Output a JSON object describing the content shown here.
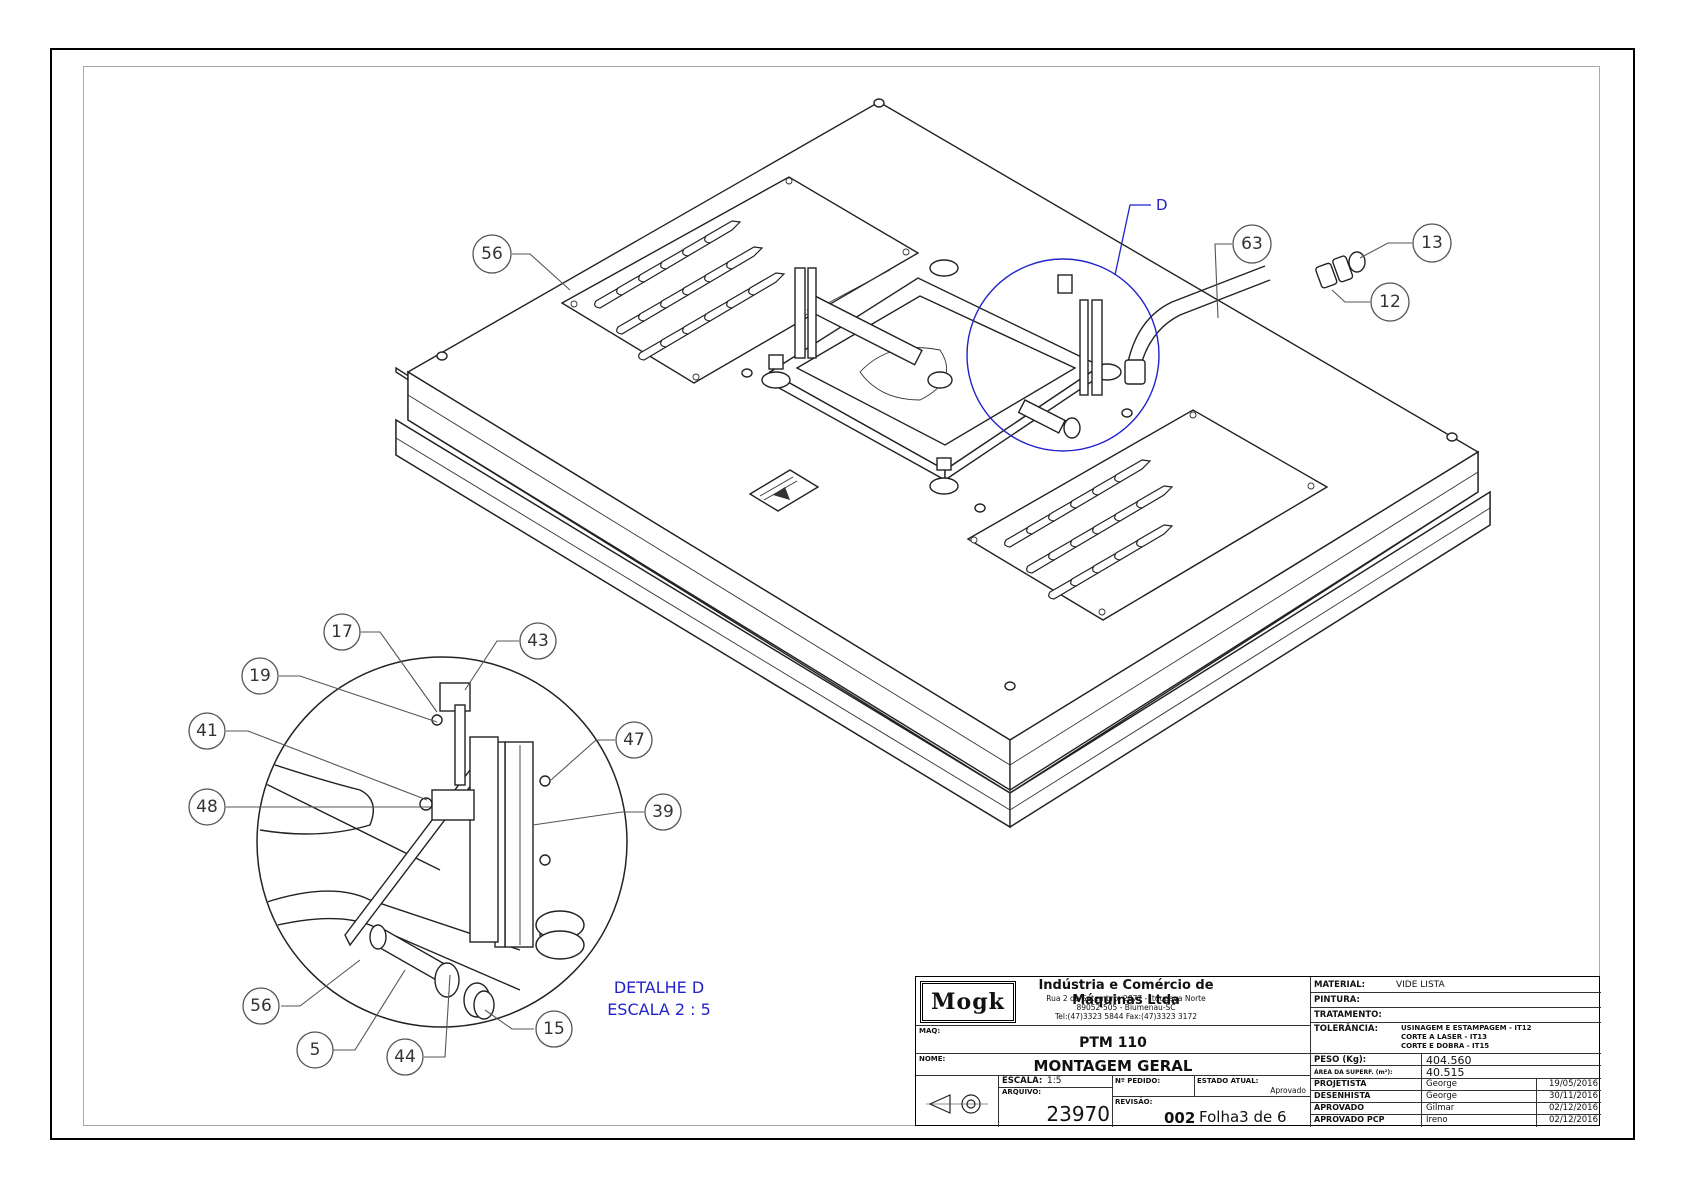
{
  "drawing": {
    "detail_ref": "D",
    "detail_title": "DETALHE D",
    "detail_scale": "ESCALA 2 : 5",
    "balloons_main": [
      "56",
      "63",
      "13",
      "12"
    ],
    "balloons_detail": [
      "17",
      "43",
      "19",
      "41",
      "47",
      "48",
      "39",
      "56",
      "5",
      "44",
      "15"
    ]
  },
  "title_block": {
    "logo_text": "Mogk",
    "company": "Indústria e Comércio de Máquinas Ltda",
    "address_line1": "Rua 2 de Setembro, 2877 - Itoupava Norte",
    "address_line2": "89052-505 - Blumenau-SC",
    "address_line3": "Tel:(47)3323 5844  Fax:(47)3323 3172",
    "maq_label": "MAQ:",
    "maq_value": "PTM 110",
    "nome_label": "NOME:",
    "nome_value": "MONTAGEM GERAL",
    "escala_label": "ESCALA:",
    "escala_value": "1:5",
    "pedido_label": "Nº PEDIDO:",
    "estado_label": "ESTADO ATUAL:",
    "estado_value": "Aprovado",
    "arquivo_label": "ARQUIVO:",
    "arquivo_value": "23970",
    "revisao_label": "REVISÃO:",
    "revisao_value": "002",
    "folha_value": "Folha3 de 6",
    "material_label": "MATERIAL:",
    "material_value": "VIDE LISTA",
    "pintura_label": "PINTURA:",
    "tratamento_label": "TRATAMENTO:",
    "tolerancia_label": "TOLERÂNCIA:",
    "tolerancia_lines": [
      "USINAGEM E ESTAMPAGEM - IT12",
      "CORTE A LASER - IT13",
      "CORTE E DOBRA - IT15"
    ],
    "peso_label": "PESO (Kg):",
    "peso_value": "404.560",
    "area_label": "ÁREA DA SUPERF. (m²):",
    "area_value": "40.515",
    "roles": [
      {
        "role": "PROJETISTA",
        "name": "George",
        "date": "19/05/2016"
      },
      {
        "role": "DESENHISTA",
        "name": "George",
        "date": "30/11/2016"
      },
      {
        "role": "APROVADO",
        "name": "Gilmar",
        "date": "02/12/2016"
      },
      {
        "role": "APROVADO PCP",
        "name": "Ireno",
        "date": "02/12/2016"
      }
    ]
  }
}
